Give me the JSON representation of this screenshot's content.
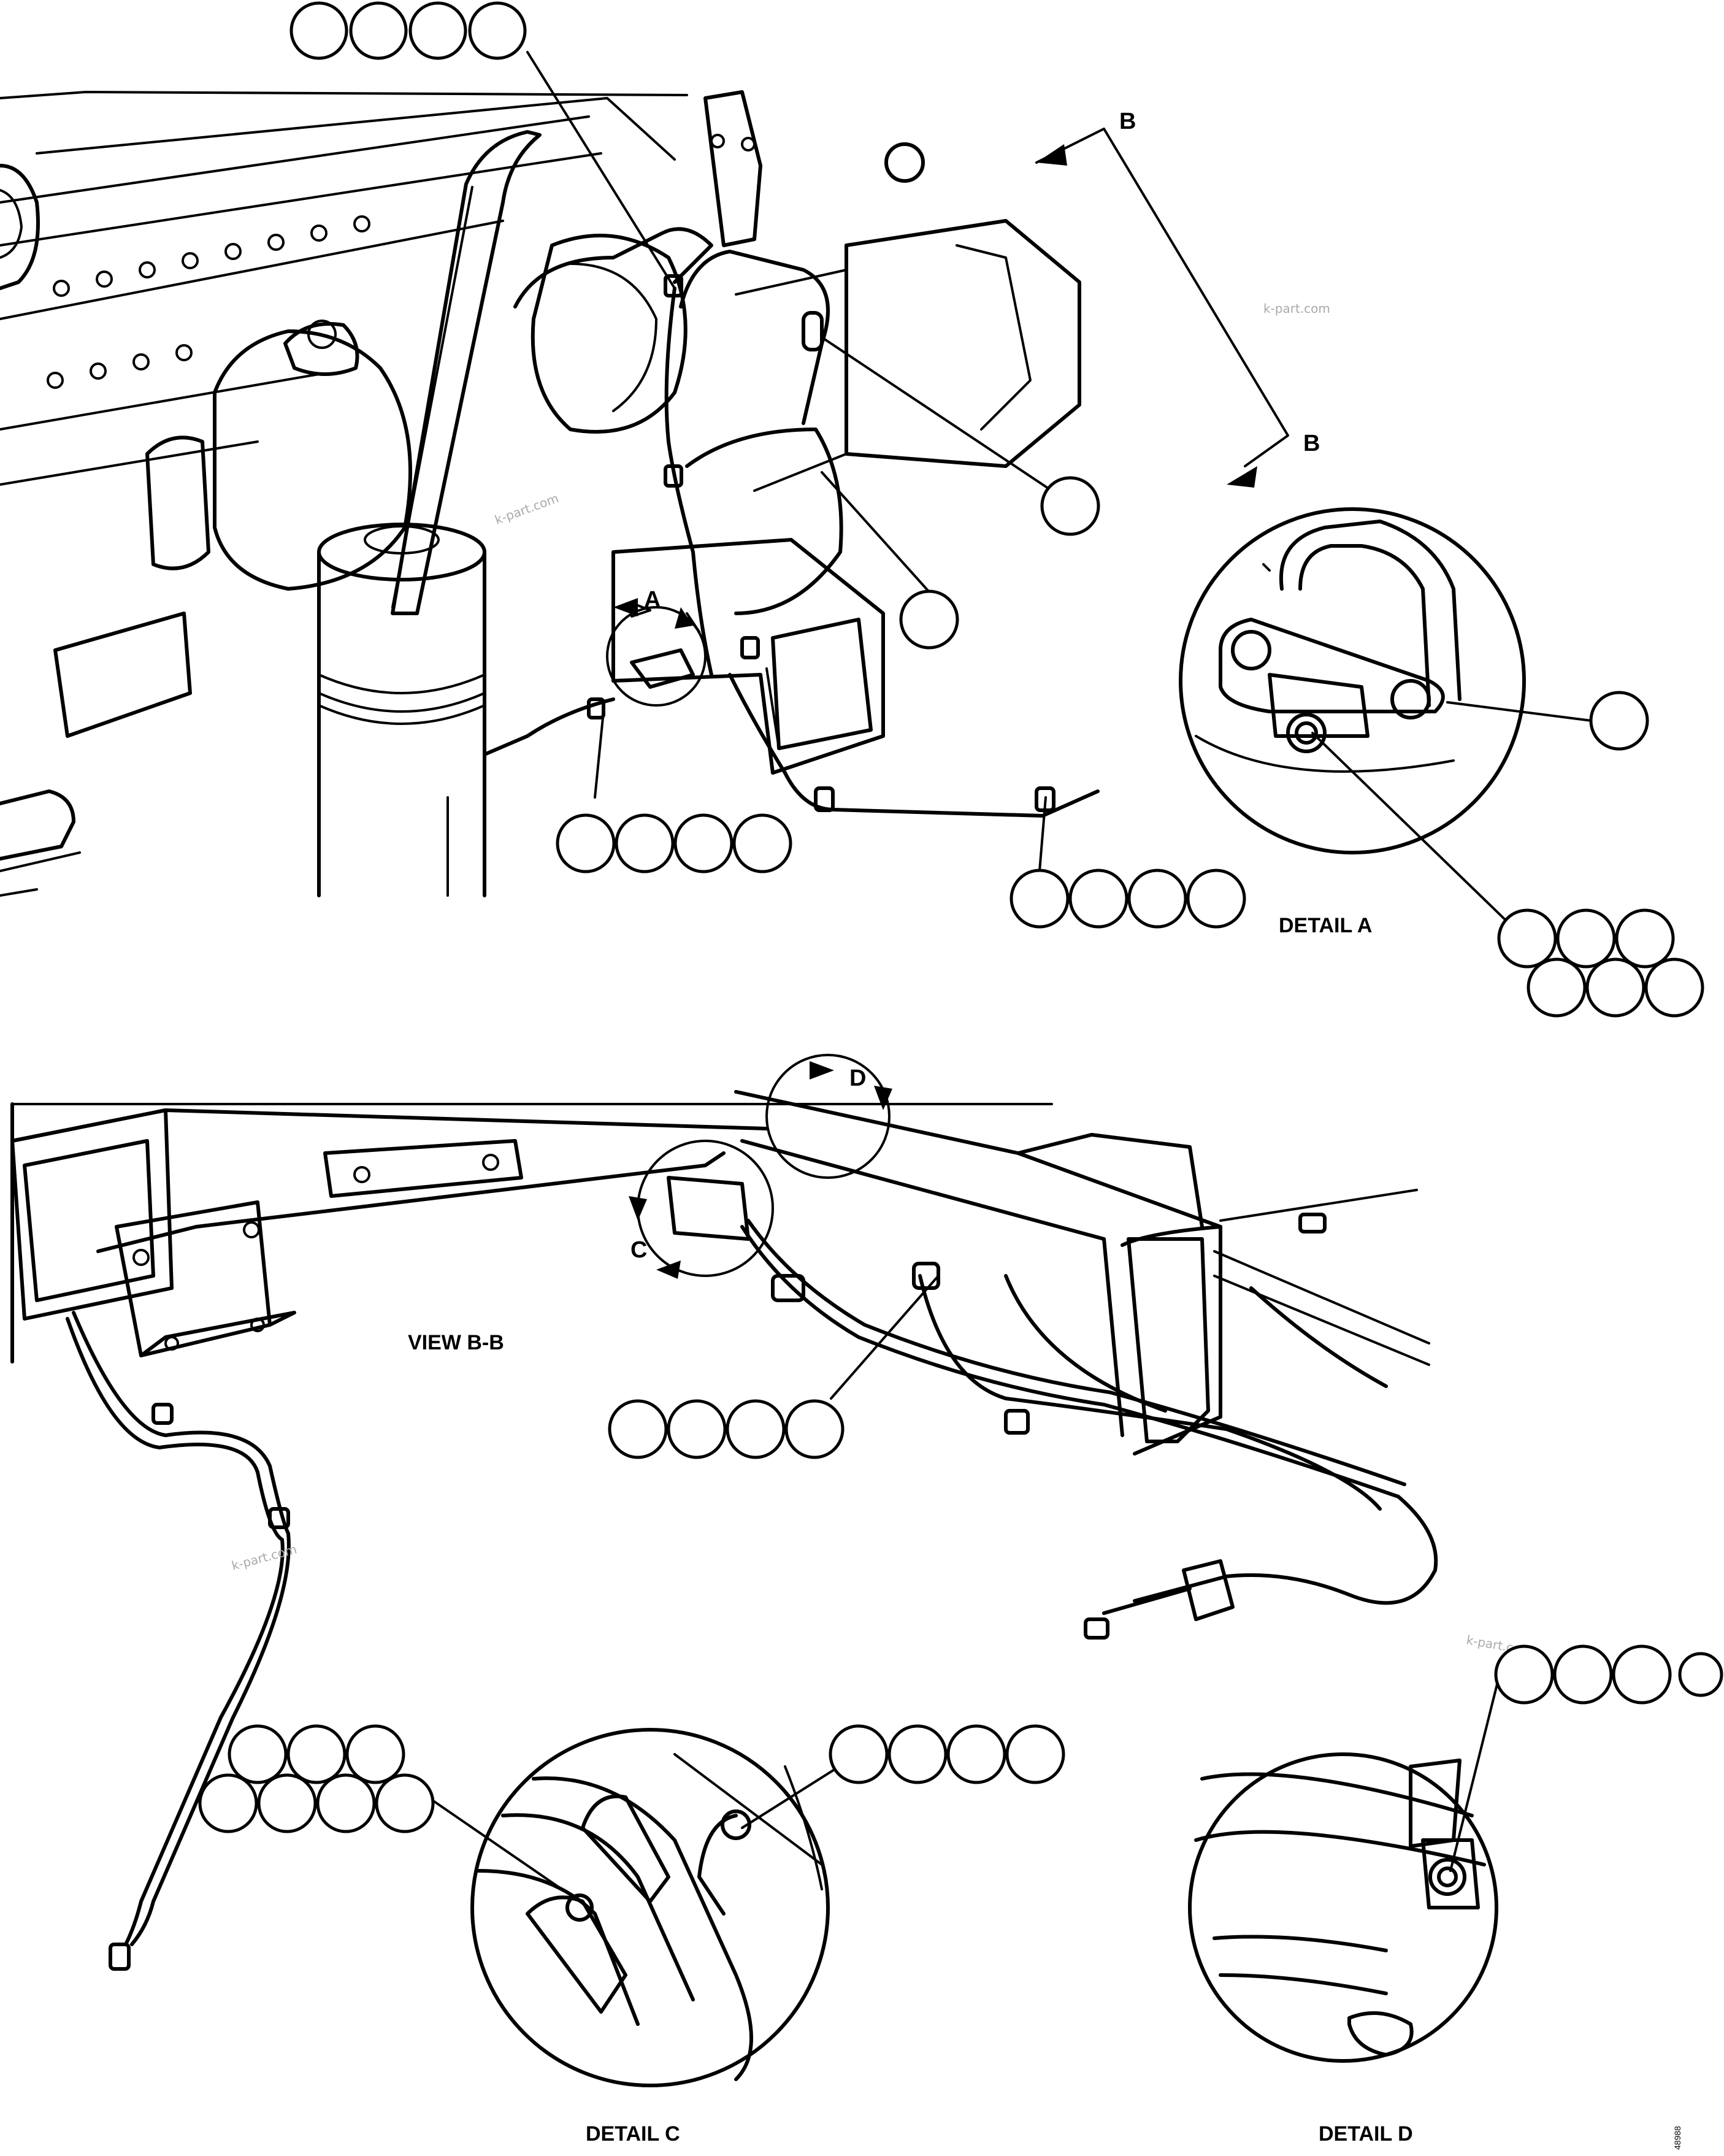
{
  "labels": {
    "section_arrow_top": "B",
    "section_arrow_bottom": "B",
    "detail_a_marker": "A",
    "detail_c_marker": "C",
    "detail_d_marker": "D",
    "detail_a_caption": "DETAIL A",
    "view_caption": "VIEW B-B",
    "detail_c_caption": "DETAIL C",
    "detail_d_caption": "DETAIL D",
    "drawing_code": "48988"
  },
  "watermarks": [
    "k-part.com",
    "k-part.com",
    "k-part.com",
    "k-part.com"
  ],
  "callout_groups": [
    {
      "name": "callout-top-left",
      "bubbles": 4
    },
    {
      "name": "callout-top-single-1",
      "bubbles": 1
    },
    {
      "name": "callout-top-single-2",
      "bubbles": 1
    },
    {
      "name": "callout-mid-left",
      "bubbles": 4
    },
    {
      "name": "callout-mid-right",
      "bubbles": 4
    },
    {
      "name": "callout-detail-a-single",
      "bubbles": 1
    },
    {
      "name": "callout-detail-a-multi",
      "bubbles": 6
    },
    {
      "name": "callout-view-bb",
      "bubbles": 4
    },
    {
      "name": "callout-detail-c-left",
      "bubbles": 7
    },
    {
      "name": "callout-detail-c-right",
      "bubbles": 4
    },
    {
      "name": "callout-detail-d",
      "bubbles": 4
    }
  ]
}
